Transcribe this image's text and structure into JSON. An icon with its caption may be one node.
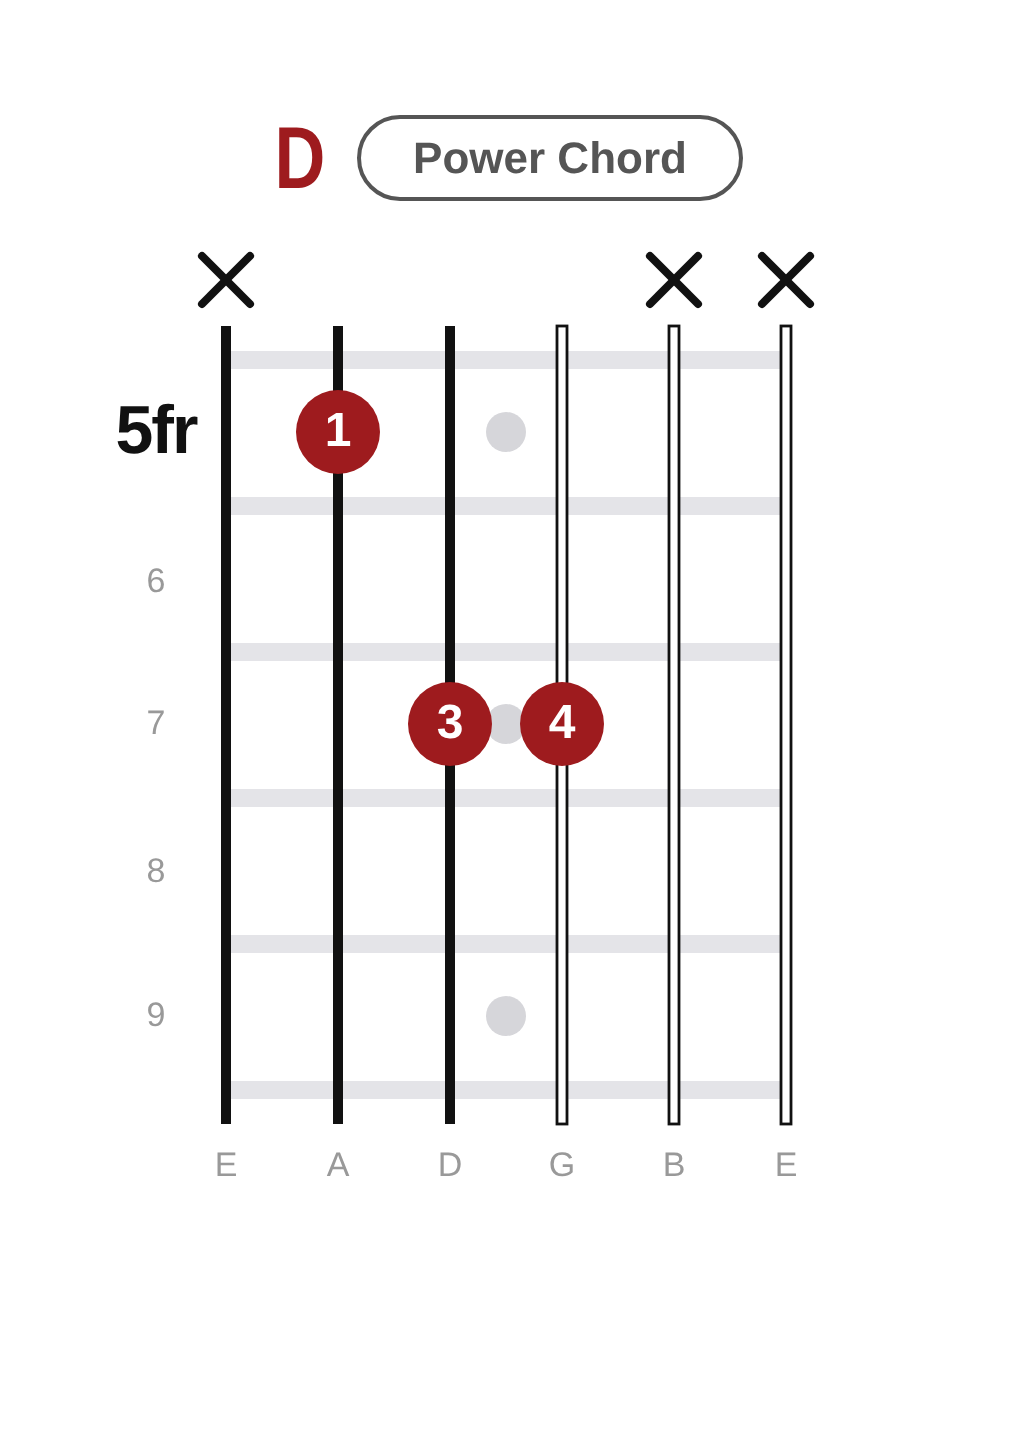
{
  "diagram": {
    "title": "D",
    "nodes": [
      {
        "text": [
          "Power Chord"
        ]
      },
      {
        "text": [
          "1"
        ]
      },
      {
        "text": [
          "3"
        ]
      },
      {
        "text": [
          "4"
        ]
      }
    ],
    "labels": [
      "5fr",
      "6",
      "7",
      "8",
      "9",
      "E",
      "A",
      "D",
      "G",
      "B",
      "E"
    ]
  }
}
